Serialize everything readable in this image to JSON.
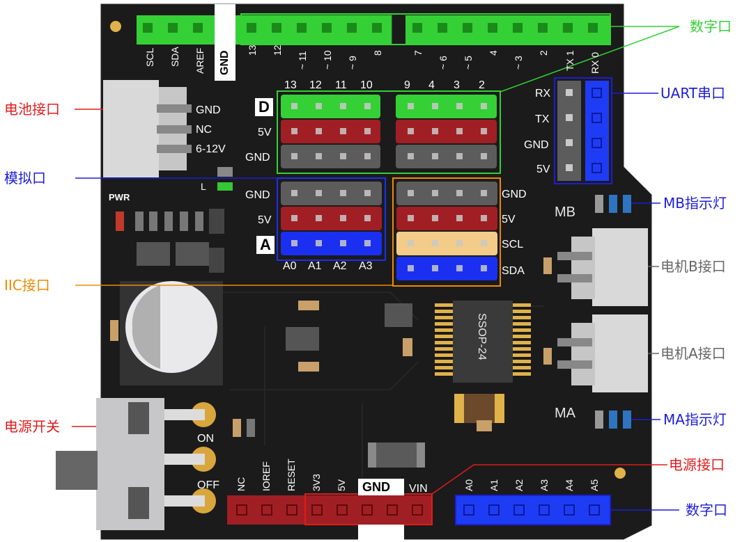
{
  "colors": {
    "board": "#1b1b1b",
    "digital_green": "#35d035",
    "power_red": "#a01f24",
    "gnd_gray": "#5c5c5c",
    "analog_blue": "#1b2ff0",
    "scl_tan": "#f2cc88",
    "uart_blue": "#1f3cf5",
    "callout_red": "#e21b1b",
    "callout_blue": "#1d1dd6",
    "callout_green": "#35d035",
    "callout_orange": "#f08a00",
    "callout_gray": "#666666"
  },
  "callouts": {
    "digital_top": "数字口",
    "uart": "UART串口",
    "battery": "电池接口",
    "analog": "模拟口",
    "mb_led": "MB指示灯",
    "motor_b": "电机B接口",
    "iic": "IIC接口",
    "motor_a": "电机A接口",
    "ma_led": "MA指示灯",
    "power_switch": "电源开关",
    "power_port": "电源接口",
    "digital_bottom": "数字口"
  },
  "top_header_labels": [
    "SCL",
    "SDA",
    "AREF",
    "GND",
    "13",
    "12",
    "~ 11",
    "~ 10",
    "~ 9",
    "8",
    "7",
    "~ 6",
    "~ 5",
    "4",
    "~ 3",
    "2",
    "TX 1",
    "RX 0"
  ],
  "battery_pins": [
    "GND",
    "NC",
    "6-12V"
  ],
  "digital_block": {
    "letter": "D",
    "left_numbers": [
      "13",
      "12",
      "11",
      "10"
    ],
    "right_numbers": [
      "9",
      "4",
      "3",
      "2"
    ],
    "row_labels": [
      "5V",
      "GND"
    ]
  },
  "analog_block": {
    "letter": "A",
    "row_labels": [
      "GND",
      "5V"
    ],
    "col_labels": [
      "A0",
      "A1",
      "A2",
      "A3"
    ]
  },
  "iic_labels": [
    "GND",
    "5V",
    "SCL",
    "SDA"
  ],
  "uart_labels": [
    "RX",
    "TX",
    "GND",
    "5V"
  ],
  "motor_labels": {
    "mb": "MB",
    "ma": "MA"
  },
  "led_labels": {
    "pwr": "PWR",
    "l": "L"
  },
  "chip_label": "SSOP-24",
  "switch_labels": [
    "ON",
    "OFF"
  ],
  "power_header_labels": [
    "NC",
    "IOREF",
    "RESET",
    "3V3",
    "5V",
    "GND",
    "VIN"
  ],
  "analog_header_labels": [
    "A0",
    "A1",
    "A2",
    "A3",
    "A4",
    "A5"
  ]
}
